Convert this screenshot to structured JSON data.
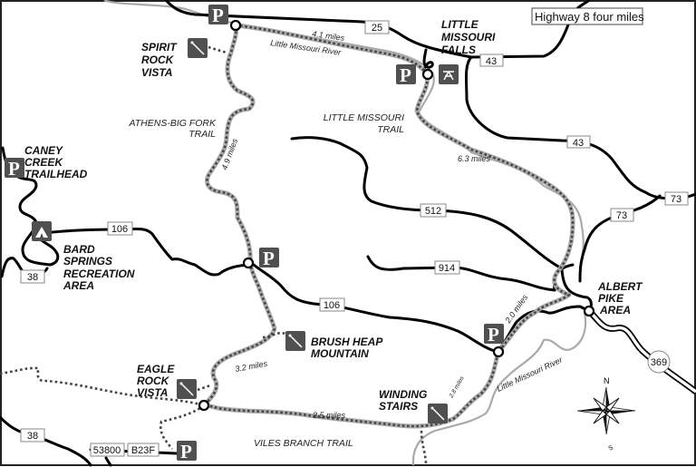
{
  "map": {
    "places": {
      "spirit_rock": [
        "SPIRIT",
        "ROCK",
        "VISTA"
      ],
      "falls": [
        "LITTLE",
        "MISSOURI",
        "FALLS"
      ],
      "caney": [
        "CANEY",
        "CREEK",
        "TRAILHEAD"
      ],
      "bard": [
        "BARD",
        "SPRINGS",
        "RECREATION",
        "AREA"
      ],
      "brush": [
        "BRUSH HEAP",
        "MOUNTAIN"
      ],
      "eagle": [
        "EAGLE",
        "ROCK",
        "VISTA"
      ],
      "winding": [
        "WINDING",
        "STAIRS"
      ],
      "albert": [
        "ALBERT",
        "PIKE",
        "AREA"
      ]
    },
    "trails": {
      "athens": [
        "ATHENS-BIG FORK",
        "TRAIL"
      ],
      "little_missouri": [
        "LITTLE MISSOURI",
        "TRAIL"
      ],
      "viles": "VILES BRANCH TRAIL"
    },
    "distances": {
      "d41": "4.1 miles",
      "d49": "4.9 miles",
      "d63": "6.3 miles",
      "d32": "3.2 miles",
      "d35": "3.5 miles",
      "d20": "2.0 miles",
      "d28": "2.8 miles"
    },
    "rivers": {
      "upper": "Little Missouri River",
      "lower": "Little Missouri River"
    },
    "roads": {
      "r25": "25",
      "r43a": "43",
      "r43b": "43",
      "r73a": "73",
      "r73b": "73",
      "r512": "512",
      "r914": "914",
      "r106a": "106",
      "r106b": "106",
      "r38a": "38",
      "r38b": "38",
      "r53800": "53800",
      "rB23F": "B23F",
      "r369": "369"
    },
    "highway_note": "Highway 8 four miles",
    "parking_glyph": "P",
    "compass": {
      "north": "N",
      "south": "S"
    },
    "icons": {
      "parking": "parking-icon",
      "vista": "vista-icon",
      "picnic": "picnic-table-icon",
      "camping": "campground-icon",
      "compass": "compass-rose-icon"
    },
    "colors": {
      "road": "#000000",
      "river": "#aaaaaa",
      "trail": "#444444",
      "icon_bg": "#505050"
    }
  }
}
